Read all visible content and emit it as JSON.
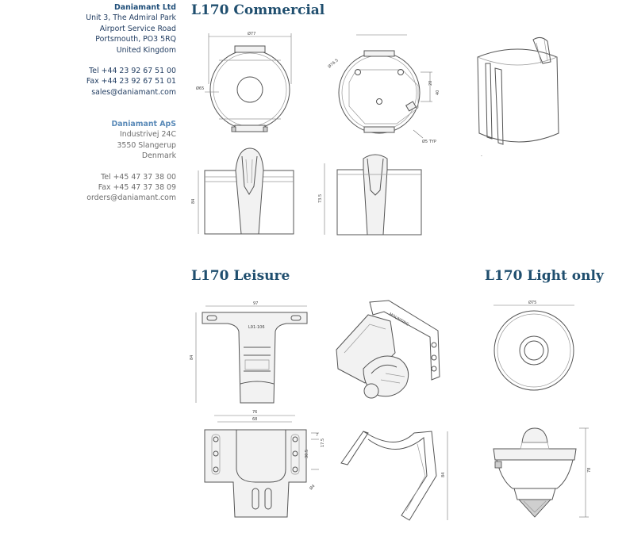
{
  "contacts": {
    "uk": {
      "name": "Daniamant Ltd",
      "address": [
        "Unit 3, The Admiral Park",
        "Airport Service Road",
        "Portsmouth, PO3 5RQ",
        "United Kingdom"
      ],
      "tel": "Tel +44 23 92 67 51 00",
      "fax": "Fax +44 23 92 67 51 01",
      "email": "sales@daniamant.com"
    },
    "dk": {
      "name": "Daniamant ApS",
      "address": [
        "Industrivej 24C",
        "3550 Slangerup",
        "Denmark"
      ],
      "tel": "Tel +45 47 37 38 00",
      "fax": "Fax +45 47 37 38 09",
      "email": "orders@daniamant.com"
    }
  },
  "sections": {
    "commercial": {
      "title": "L170 Commercial",
      "dims": {
        "d77": "Ø77",
        "d65": "Ø65",
        "d76_5": "Ø76.5",
        "h20": "20",
        "h40": "40",
        "typ": "Ø5 TYP",
        "h84": "84",
        "h73_5": "73.5"
      }
    },
    "leisure": {
      "title": "L170 Leisure",
      "dims": {
        "w97": "97",
        "h84": "84",
        "w76": "76",
        "w68": "68",
        "h7": "7",
        "h17_5": "17.5",
        "h30_5": "30.5",
        "d4": "Ø4",
        "h84b": "84",
        "part": "L91-106"
      }
    },
    "light_only": {
      "title": "L170 Light only",
      "dims": {
        "d75": "Ø75",
        "h78": "78"
      }
    }
  }
}
